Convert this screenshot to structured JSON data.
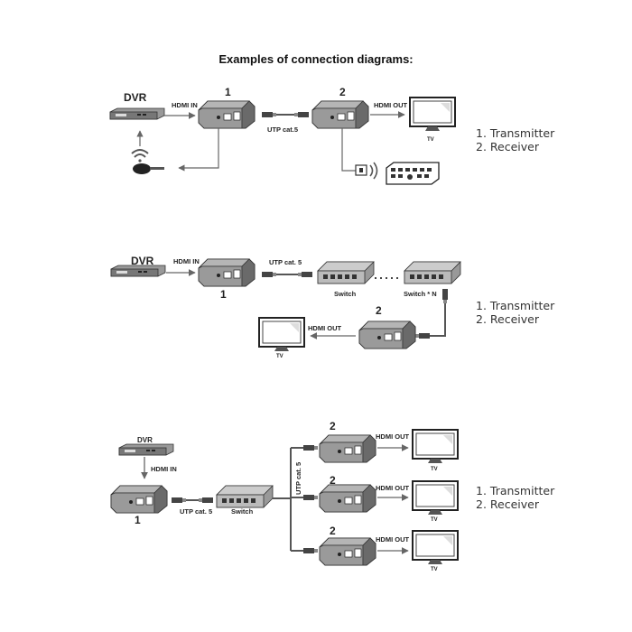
{
  "title": "Examples of connection diagrams:",
  "labels": {
    "dvr": "DVR",
    "hdmi_in": "HDMI IN",
    "hdmi_out": "HDMI OUT",
    "utp_cat5_dot": "UTP cat.5",
    "utp_cat5": "UTP cat. 5",
    "switch": "Switch",
    "switch_n": "Switch * N",
    "tv": "TV",
    "num_1": "1",
    "num_2": "2"
  },
  "legend": {
    "transmitter": "1. Transmitter",
    "receiver": "2. Receiver"
  },
  "colors": {
    "line": "#555555",
    "device": "#777777",
    "device_dark": "#333333"
  }
}
